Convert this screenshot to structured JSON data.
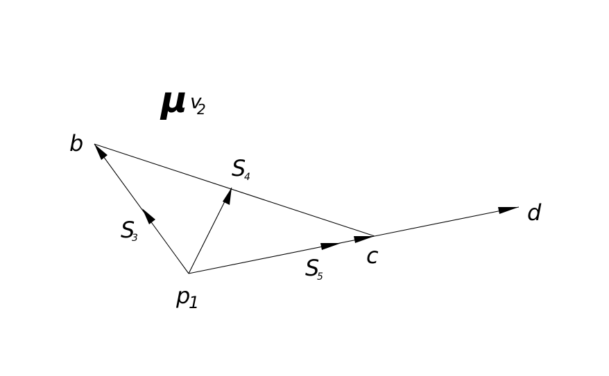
{
  "scale": {
    "symbol": "μ",
    "var": "v",
    "sub": "2"
  },
  "points": {
    "b": "b",
    "c": "c",
    "d": "d",
    "p_main": "p",
    "p_sub": "1"
  },
  "vectors": {
    "s3_main": "S",
    "s3_sub": "3",
    "s4_main": "S",
    "s4_sub": "4",
    "s5_main": "S",
    "s5_sub": "5"
  },
  "colors": {
    "stroke": "#000000",
    "background": "#ffffff"
  }
}
